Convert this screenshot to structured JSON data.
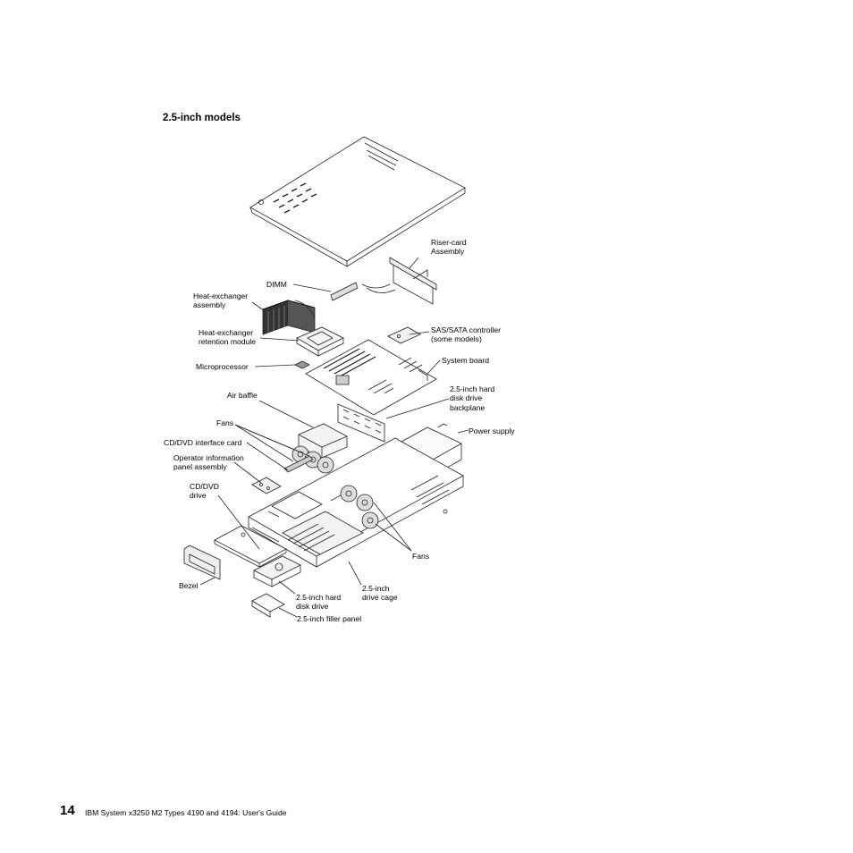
{
  "heading": "2.5-inch models",
  "labels": {
    "riser_card": "Riser-card\nAssembly",
    "dimm": "DIMM",
    "heat_exchanger_assembly": "Heat-exchanger\nassembly",
    "heat_exchanger_retention": "Heat-exchanger\nretention module",
    "sas_sata": "SAS/SATA controller\n(some models)",
    "microprocessor": "Microprocessor",
    "system_board": "System board",
    "hdd_backplane": "2.5-inch hard\ndisk drive\nbackplane",
    "air_baffle": "Air baffle",
    "fans_top": "Fans",
    "power_supply": "Power supply",
    "cd_dvd_interface": "CD/DVD interface card",
    "operator_panel": "Operator information\npanel assembly",
    "cd_dvd_drive": "CD/DVD\ndrive",
    "fans_bottom": "Fans",
    "bezel": "Bezel",
    "hdd": "2.5-inch hard\ndisk drive",
    "drive_cage": "2.5-inch\ndrive cage",
    "filler_panel": "2.5-inch filler panel"
  },
  "footer": {
    "page_number": "14",
    "title": "IBM System x3250 M2 Types 4190 and 4194:  User's Guide"
  }
}
